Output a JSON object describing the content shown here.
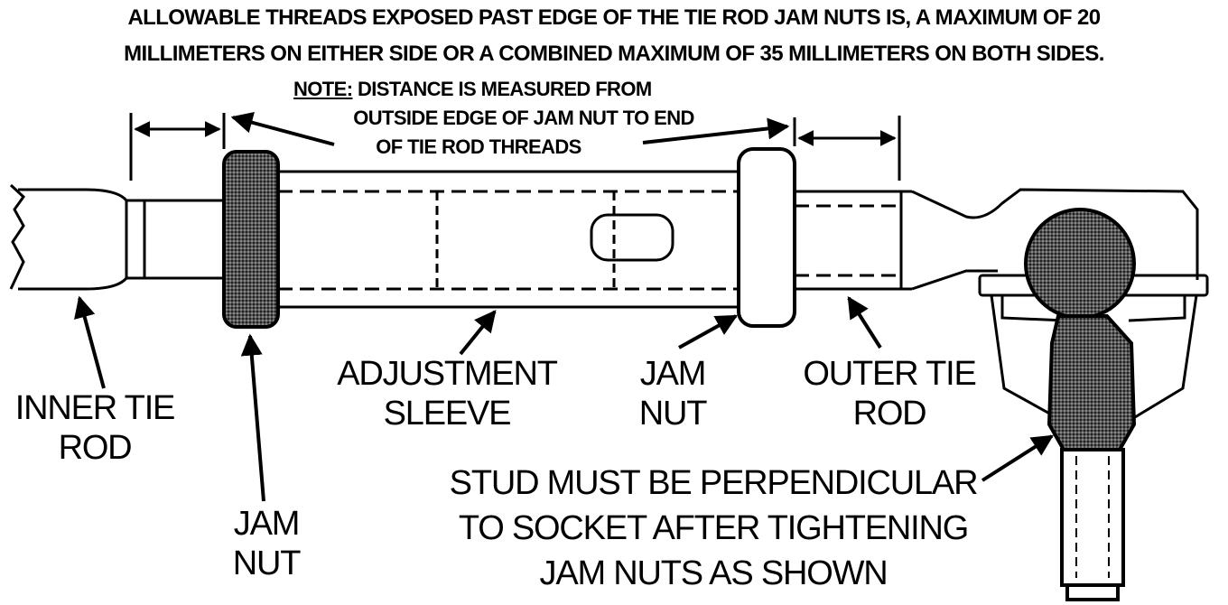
{
  "header": {
    "line1": "ALLOWABLE THREADS EXPOSED PAST EDGE OF THE TIE ROD JAM NUTS IS, A MAXIMUM OF 20",
    "line2": "MILLIMETERS ON EITHER SIDE OR A COMBINED MAXIMUM OF 35 MILLIMETERS ON BOTH SIDES."
  },
  "note": {
    "prefix": "NOTE:",
    "line1": "DISTANCE IS MEASURED FROM",
    "line2": "OUTSIDE EDGE OF JAM NUT TO END",
    "line3": "OF TIE ROD THREADS"
  },
  "labels": {
    "inner_tie_rod": [
      "INNER TIE",
      "ROD"
    ],
    "jam_nut_left": [
      "JAM",
      "NUT"
    ],
    "adjustment_sleeve": [
      "ADJUSTMENT",
      "SLEEVE"
    ],
    "jam_nut_right": [
      "JAM",
      "NUT"
    ],
    "outer_tie_rod": [
      "OUTER TIE",
      "ROD"
    ],
    "stud_note": [
      "STUD MUST BE PERPENDICULAR",
      "TO SOCKET AFTER TIGHTENING",
      "JAM NUTS AS SHOWN"
    ]
  }
}
